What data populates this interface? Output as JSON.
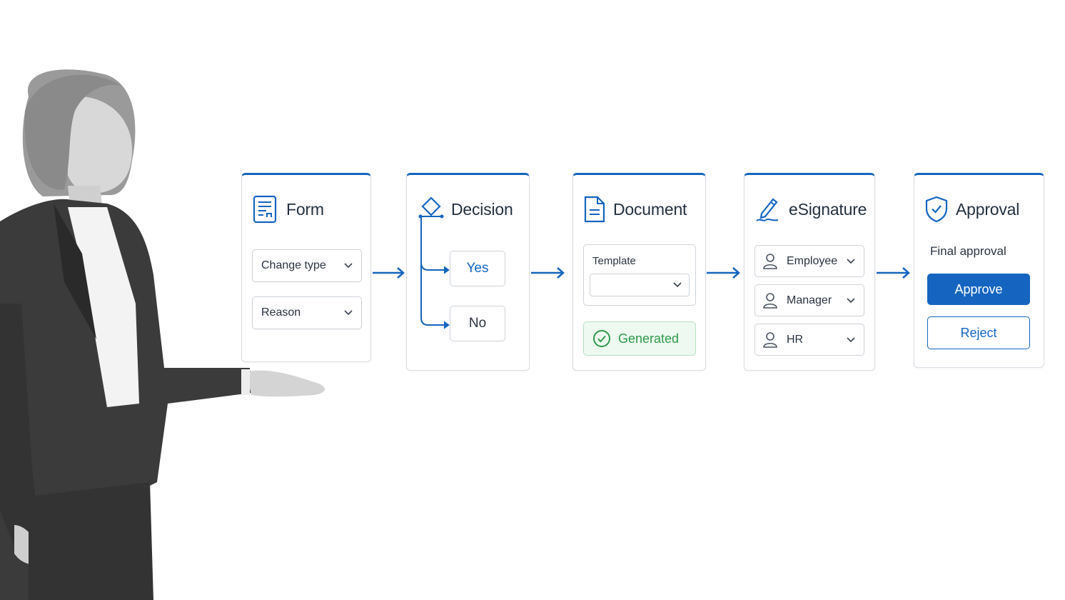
{
  "accent_color": "#1565c0",
  "success_color": "#2f9a4b",
  "presenter": {
    "description_icon": "presenter-person"
  },
  "steps": [
    {
      "title": "Form",
      "icon": "form-icon",
      "fields": [
        "Change type",
        "Reason"
      ]
    },
    {
      "title": "Decision",
      "icon": "decision-icon",
      "options": [
        "Yes",
        "No"
      ]
    },
    {
      "title": "Document",
      "icon": "document-icon",
      "template_label": "Template",
      "status": "Generated"
    },
    {
      "title": "eSignature",
      "icon": "signature-pen-icon",
      "signers": [
        "Employee",
        "Manager",
        "HR"
      ]
    },
    {
      "title": "Approval",
      "icon": "shield-check-icon",
      "subtitle": "Final approval",
      "approve_label": "Approve",
      "reject_label": "Reject"
    }
  ]
}
